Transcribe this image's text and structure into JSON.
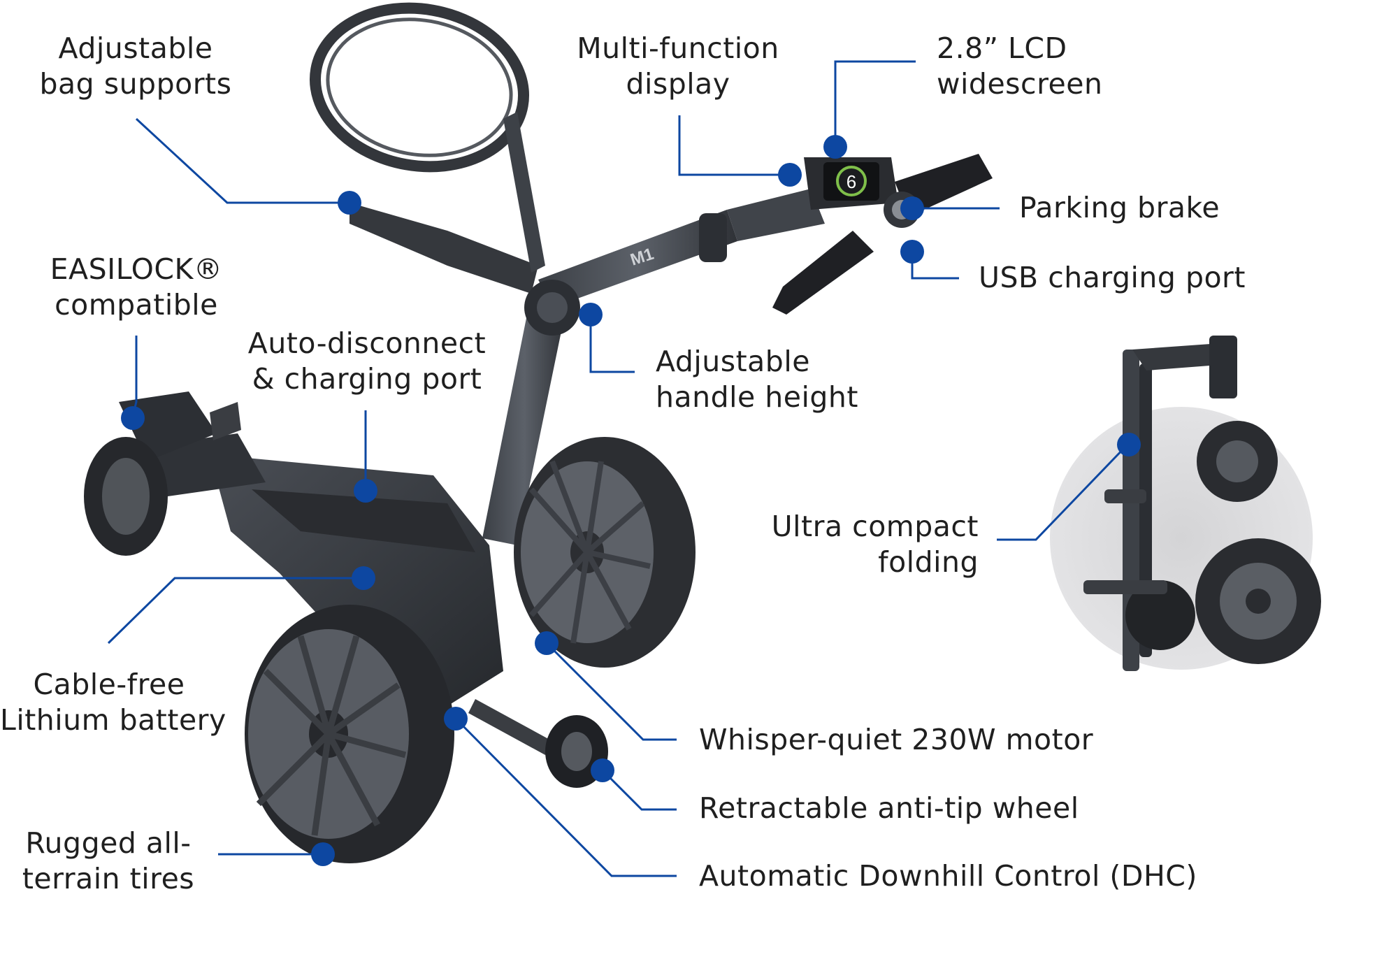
{
  "colors": {
    "accent": "#0d47a1",
    "text": "#1f1f1f",
    "cart_dark": "#2b2e33",
    "cart_mid": "#474b52",
    "cart_light": "#6c7179",
    "halo": "#d9d9db"
  },
  "callouts": [
    {
      "id": "bag-supports",
      "lines": [
        "Adjustable",
        "bag supports"
      ]
    },
    {
      "id": "multifunction-display",
      "lines": [
        "Multi-function",
        "display"
      ]
    },
    {
      "id": "lcd-widescreen",
      "lines": [
        "2.8” LCD",
        "widescreen"
      ]
    },
    {
      "id": "parking-brake",
      "lines": [
        "Parking brake"
      ]
    },
    {
      "id": "usb-port",
      "lines": [
        "USB charging port"
      ]
    },
    {
      "id": "easilock",
      "lines": [
        "EASILOCK®",
        "compatible"
      ]
    },
    {
      "id": "auto-disconnect",
      "lines": [
        "Auto-disconnect",
        "& charging port"
      ]
    },
    {
      "id": "handle-height",
      "lines": [
        "Adjustable",
        "handle height"
      ]
    },
    {
      "id": "compact-folding",
      "lines": [
        "Ultra compact",
        "folding"
      ]
    },
    {
      "id": "lithium-battery",
      "lines": [
        "Cable-free",
        "Lithium battery"
      ]
    },
    {
      "id": "motor",
      "lines": [
        "Whisper-quiet 230W motor"
      ]
    },
    {
      "id": "anti-tip-wheel",
      "lines": [
        "Retractable anti-tip wheel"
      ]
    },
    {
      "id": "rugged-tires",
      "lines": [
        "Rugged all-",
        "terrain tires"
      ]
    },
    {
      "id": "dhc",
      "lines": [
        "Automatic Downhill Control (DHC)"
      ]
    }
  ],
  "product": {
    "handle_badge": "M1",
    "display_digit": "6"
  }
}
